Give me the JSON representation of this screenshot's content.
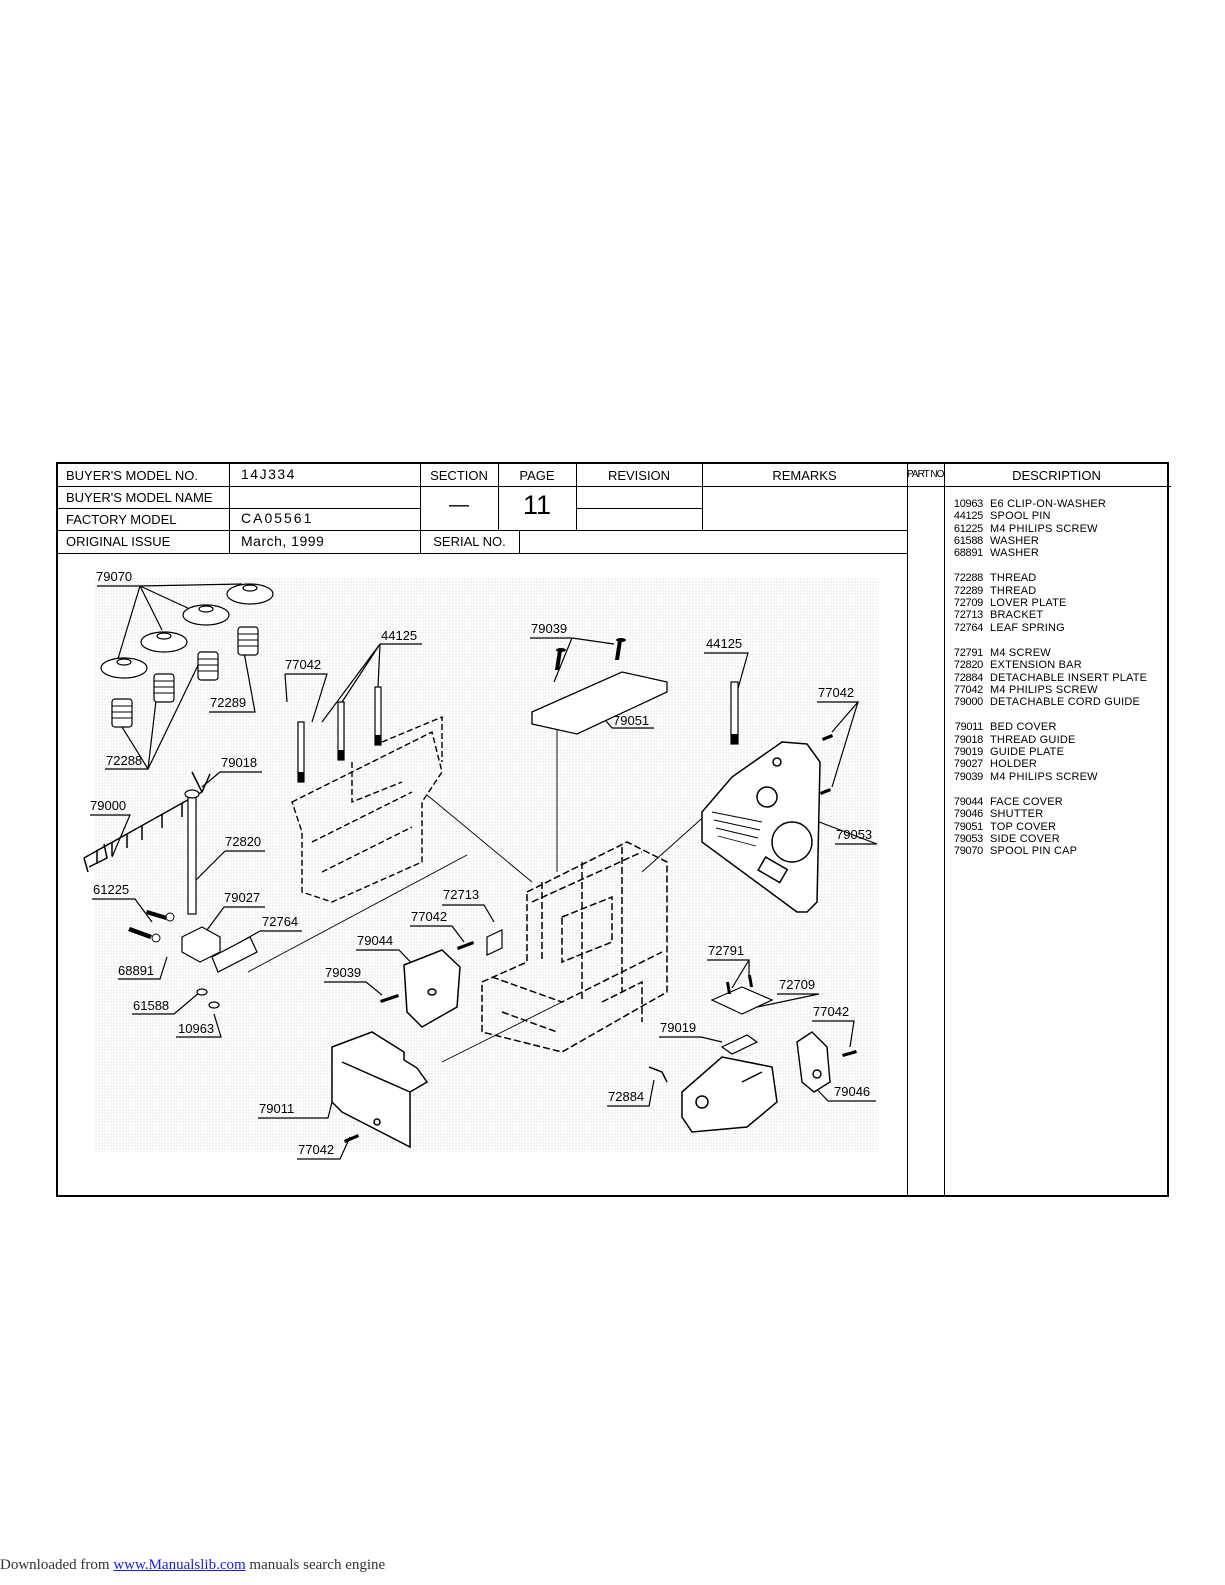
{
  "header": {
    "buyers_model_no_label": "BUYER'S  MODEL  NO.",
    "buyers_model_no": "14J334",
    "buyers_model_name_label": "BUYER'S  MODEL  NAME",
    "buyers_model_name": "",
    "factory_model_label": "FACTORY  MODEL",
    "factory_model": "CA05561",
    "original_issue_label": "ORIGINAL ISSUE",
    "original_issue": "March,  1999",
    "section_label": "SECTION",
    "section": "—",
    "page_label": "PAGE",
    "page": "11",
    "revision_label": "REVISION",
    "remarks_label": "REMARKS",
    "serial_no_label": "SERIAL NO.",
    "part_no_label": "PART NO.",
    "description_label": "DESCRIPTION"
  },
  "parts_groups": [
    [
      {
        "no": "10963",
        "desc": "E6 CLIP-ON-WASHER"
      },
      {
        "no": "44125",
        "desc": "SPOOL PIN"
      },
      {
        "no": "61225",
        "desc": "M4 PHILIPS SCREW"
      },
      {
        "no": "61588",
        "desc": "WASHER"
      },
      {
        "no": "68891",
        "desc": "WASHER"
      }
    ],
    [
      {
        "no": "72288",
        "desc": "THREAD"
      },
      {
        "no": "72289",
        "desc": "THREAD"
      },
      {
        "no": "72709",
        "desc": "LOVER PLATE"
      },
      {
        "no": "72713",
        "desc": "BRACKET"
      },
      {
        "no": "72764",
        "desc": "LEAF SPRING"
      }
    ],
    [
      {
        "no": "72791",
        "desc": "M4 SCREW"
      },
      {
        "no": "72820",
        "desc": "EXTENSION BAR"
      },
      {
        "no": "72884",
        "desc": "DETACHABLE INSERT PLATE"
      },
      {
        "no": "77042",
        "desc": "M4 PHILIPS SCREW"
      },
      {
        "no": "79000",
        "desc": "DETACHABLE CORD GUIDE"
      }
    ],
    [
      {
        "no": "79011",
        "desc": "BED COVER"
      },
      {
        "no": "79018",
        "desc": "THREAD GUIDE"
      },
      {
        "no": "79019",
        "desc": "GUIDE PLATE"
      },
      {
        "no": "79027",
        "desc": "HOLDER"
      },
      {
        "no": "79039",
        "desc": "M4 PHILIPS SCREW"
      }
    ],
    [
      {
        "no": "79044",
        "desc": "FACE COVER"
      },
      {
        "no": "79046",
        "desc": "SHUTTER"
      },
      {
        "no": "79051",
        "desc": "TOP COVER"
      },
      {
        "no": "79053",
        "desc": "SIDE COVER"
      },
      {
        "no": "79070",
        "desc": "SPOOL PIN CAP"
      }
    ]
  ],
  "callouts": {
    "c79070": "79070",
    "c72289": "72289",
    "c72288": "72288",
    "c79018": "79018",
    "c79000": "79000",
    "c72820": "72820",
    "c61225": "61225",
    "c79027": "79027",
    "c72764": "72764",
    "c68891": "68891",
    "c61588": "61588",
    "c10963": "10963",
    "c44125a": "44125",
    "c77042a": "77042",
    "c79039a": "79039",
    "c79051": "79051",
    "c44125b": "44125",
    "c77042b": "77042",
    "c79053": "79053",
    "c72713": "72713",
    "c77042c": "77042",
    "c79044": "79044",
    "c79039b": "79039",
    "c72791": "72791",
    "c72709": "72709",
    "c77042d": "77042",
    "c79019": "79019",
    "c72884": "72884",
    "c79046": "79046",
    "c79011": "79011",
    "c77042e": "77042"
  },
  "footer": {
    "prefix": "Downloaded from ",
    "link": "www.Manualslib.com",
    "suffix": "  manuals search engine"
  }
}
